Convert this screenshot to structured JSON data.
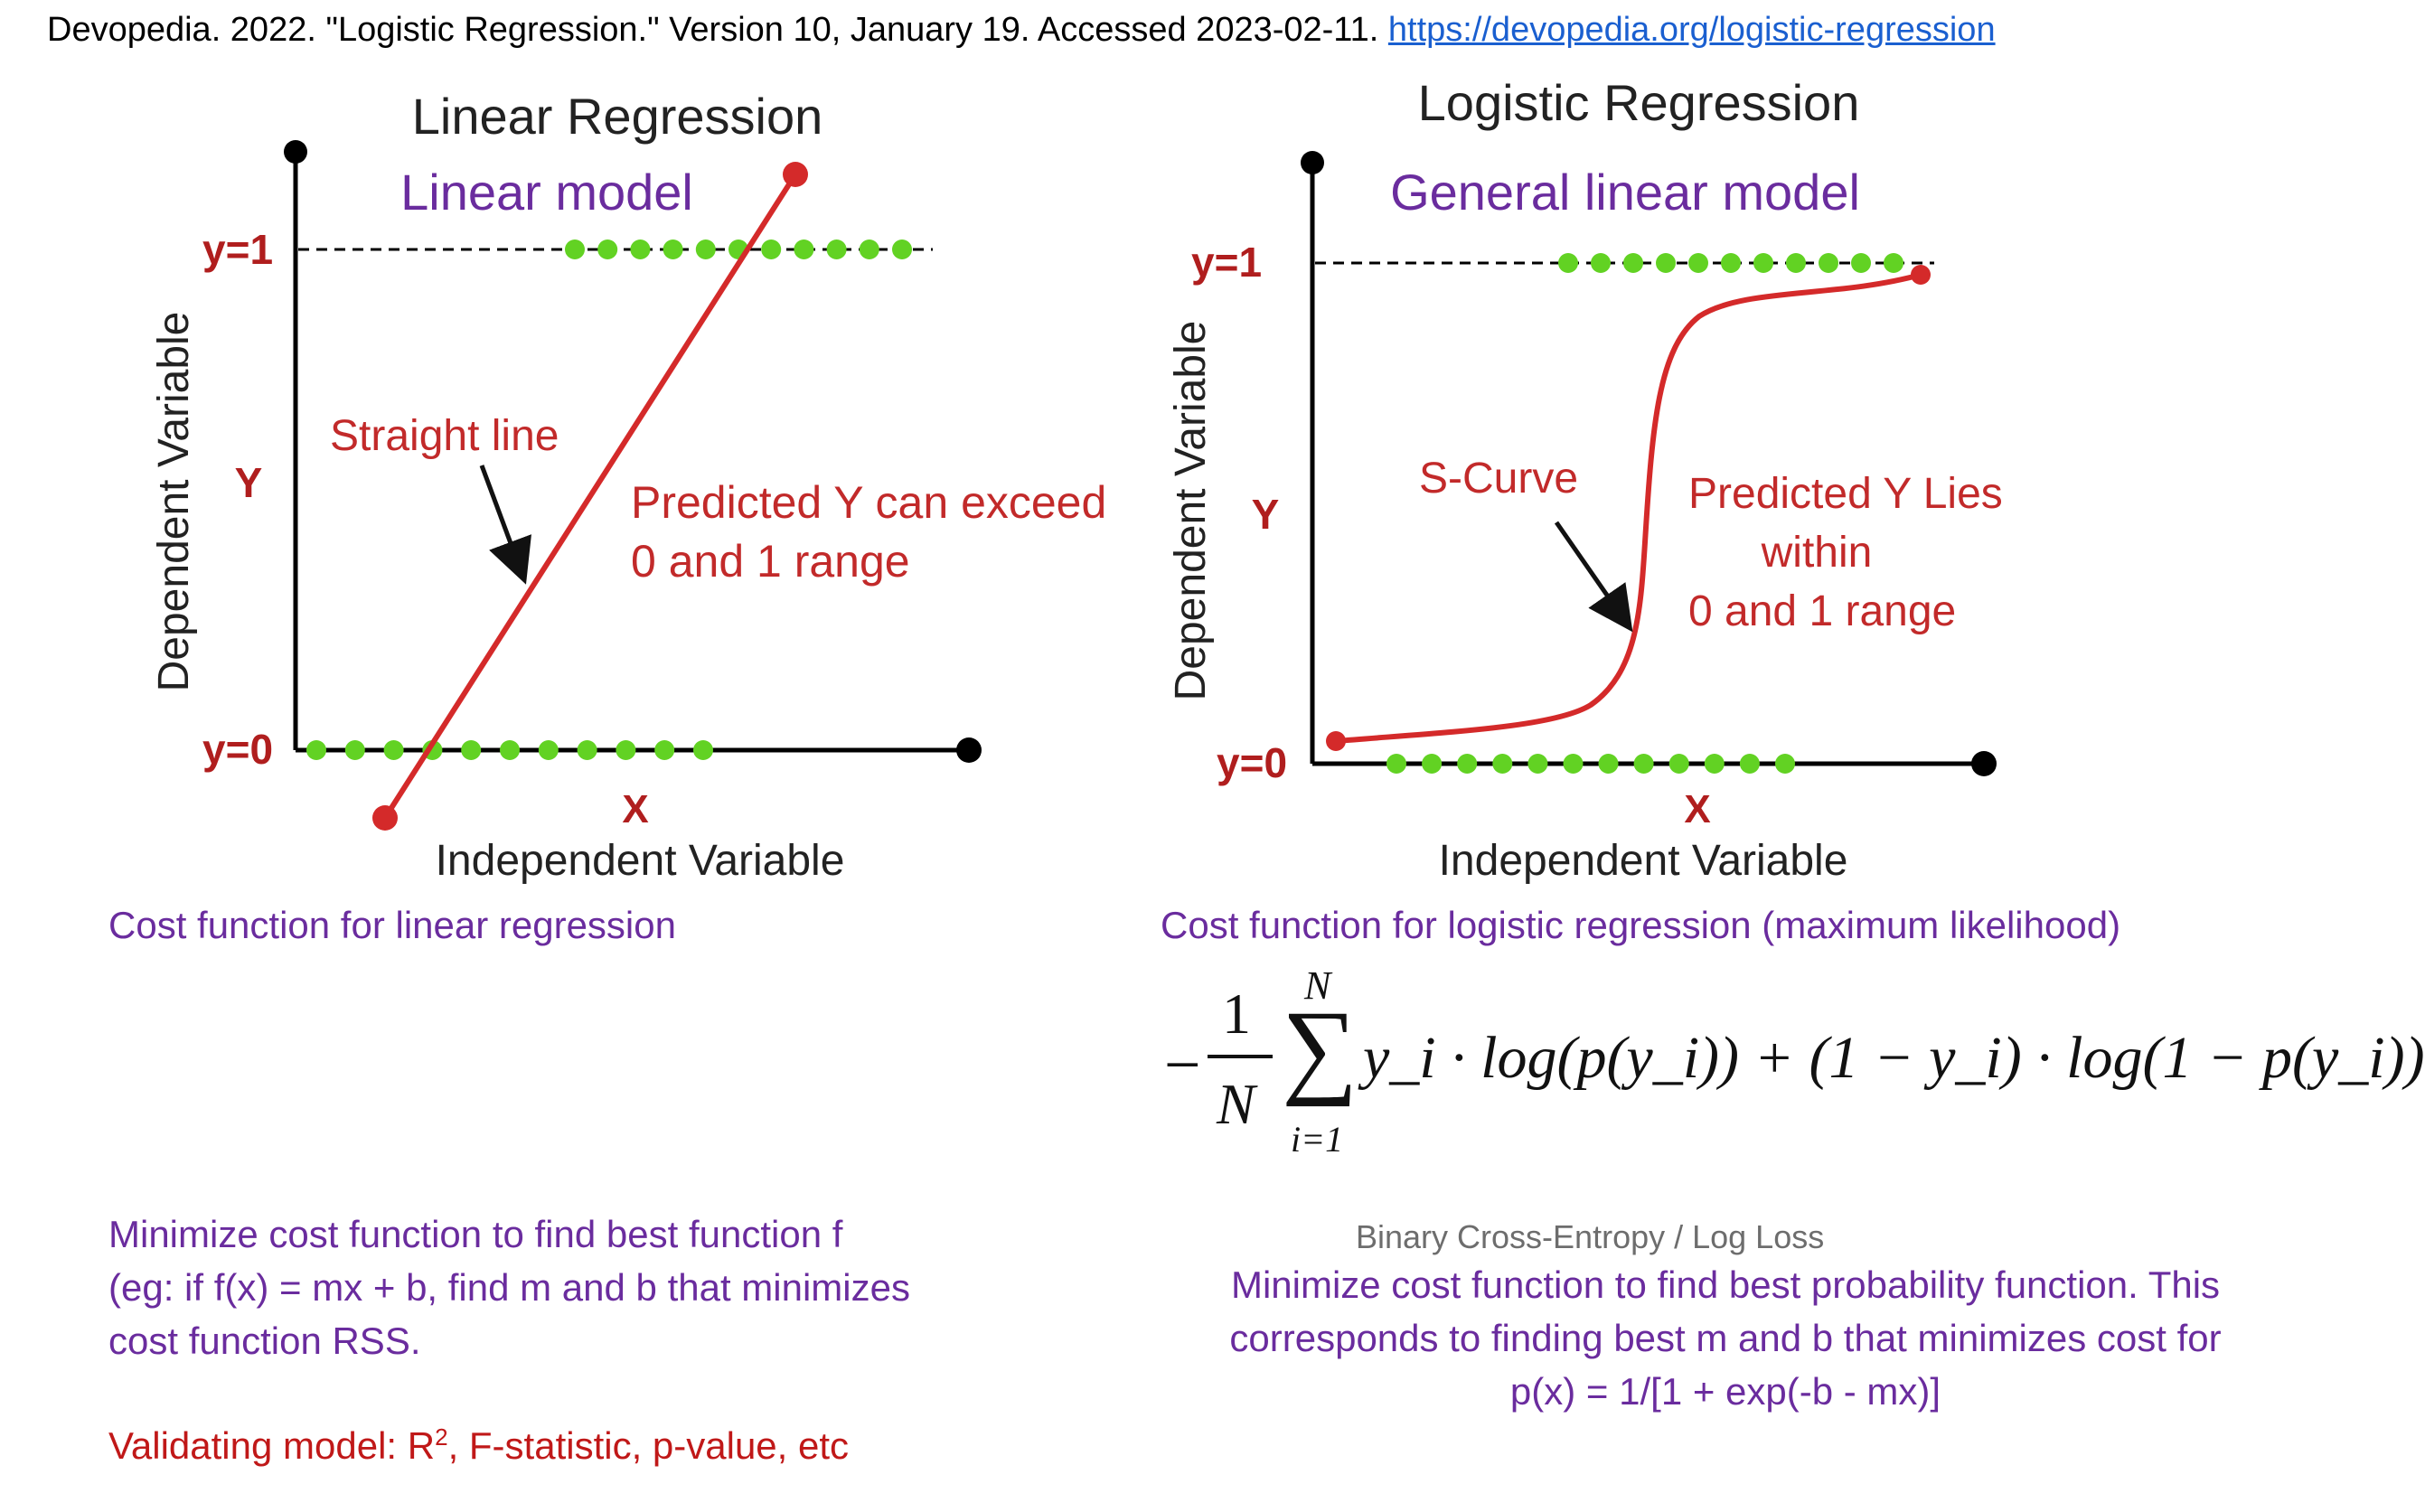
{
  "citation": {
    "text": "Devopedia. 2022. \"Logistic Regression.\" Version 10, January 19. Accessed 2023-02-11.",
    "link": "https://devopedia.org/logistic-regression"
  },
  "linear": {
    "title": "Linear Regression",
    "model": "Linear model",
    "y1": "y=1",
    "y0": "y=0",
    "y_axis": "Dependent Variable",
    "y_letter": "Y",
    "x_letter": "X",
    "x_axis": "Independent Variable",
    "line_label": "Straight line",
    "note_line1": "Predicted Y can exceed",
    "note_line2": "0 and 1 range",
    "cost_title": "Cost function for linear regression",
    "min_line1": "Minimize cost function to find best  function f",
    "min_line2": "(eg: if f(x) = mx + b, find m and b that minimizes",
    "min_line3": "cost function RSS.",
    "validate_prefix": "Validating model:  R",
    "validate_sup": "2",
    "validate_suffix": ", F-statistic, p-value, etc"
  },
  "logistic": {
    "title": "Logistic Regression",
    "model": "General linear model",
    "y1": "y=1",
    "y0": "y=0",
    "y_axis": "Dependent Variable",
    "y_letter": "Y",
    "x_letter": "X",
    "x_axis": "Independent Variable",
    "curve_label": "S-Curve",
    "note_line1": "Predicted Y Lies",
    "note_line2": "within",
    "note_line3": "0 and 1 range",
    "cost_title": "Cost function for logistic regression (maximum likelihood)",
    "formula": {
      "minus": "−",
      "numerator": "1",
      "denominator": "N",
      "sum_top": "N",
      "sum_symbol": "∑",
      "sum_bottom": "i=1",
      "body": "y_i · log(p(y_i)) + (1 − y_i) · log(1 − p(y_i))",
      "caption": "Binary Cross-Entropy / Log Loss"
    },
    "min_line1": "Minimize cost function to find best probability function.  This",
    "min_line2": "corresponds to finding best m and b that minimizes cost for",
    "min_line3": "p(x) = 1/[1 + exp(-b - mx)]"
  },
  "colors": {
    "red": "#d42a2a",
    "green": "#62d223",
    "purple": "#6a2c9e",
    "dark_red": "#b01e1e"
  }
}
